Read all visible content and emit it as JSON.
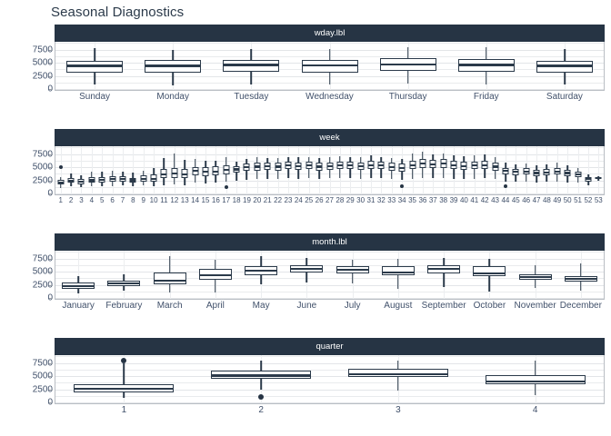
{
  "title": "Seasonal Diagnostics",
  "axis": {
    "yticks": [
      0,
      2500,
      5000,
      7500
    ],
    "ylim": [
      0,
      9000
    ]
  },
  "chart_data": {
    "type": "box",
    "title": "Seasonal Diagnostics",
    "xlabel": "",
    "ylabel": "",
    "ylim": [
      0,
      9000
    ],
    "ytick_values": [
      0,
      2500,
      5000,
      7500
    ],
    "grid": true,
    "legend": "none",
    "facet_layout": "vertical-4",
    "colors": {
      "strip_background": "#263444",
      "strip_text": "#ffffff",
      "box_fill": "#ffffff",
      "box_outline": "#2b3a4a",
      "median": "#2b3a4a",
      "outlier": "#263444",
      "panel_background": "#ffffff",
      "gridline": "#e9ebed",
      "axis_text": "#40506a",
      "title_text": "#2b3a4a"
    },
    "panels": [
      {
        "strip_label": "wday.lbl",
        "categories": [
          "Sunday",
          "Monday",
          "Tuesday",
          "Wednesday",
          "Thursday",
          "Friday",
          "Saturday"
        ],
        "boxes": [
          {
            "lower_whisker": 900,
            "q1": 3100,
            "median": 4400,
            "q3": 5400,
            "upper_whisker": 7800,
            "outliers": []
          },
          {
            "lower_whisker": 700,
            "q1": 3200,
            "median": 4400,
            "q3": 5500,
            "upper_whisker": 7500,
            "outliers": []
          },
          {
            "lower_whisker": 900,
            "q1": 3300,
            "median": 4600,
            "q3": 5600,
            "upper_whisker": 7700,
            "outliers": []
          },
          {
            "lower_whisker": 800,
            "q1": 3200,
            "median": 4500,
            "q3": 5600,
            "upper_whisker": 7600,
            "outliers": []
          },
          {
            "lower_whisker": 1000,
            "q1": 3400,
            "median": 4700,
            "q3": 5800,
            "upper_whisker": 8000,
            "outliers": []
          },
          {
            "lower_whisker": 900,
            "q1": 3300,
            "median": 4600,
            "q3": 5700,
            "upper_whisker": 7900,
            "outliers": []
          },
          {
            "lower_whisker": 800,
            "q1": 3100,
            "median": 4400,
            "q3": 5400,
            "upper_whisker": 7600,
            "outliers": []
          }
        ]
      },
      {
        "strip_label": "week",
        "categories": [
          "1",
          "2",
          "3",
          "4",
          "5",
          "6",
          "7",
          "8",
          "9",
          "10",
          "11",
          "12",
          "13",
          "14",
          "15",
          "16",
          "17",
          "18",
          "19",
          "20",
          "21",
          "22",
          "23",
          "24",
          "25",
          "26",
          "27",
          "28",
          "29",
          "30",
          "31",
          "32",
          "33",
          "34",
          "35",
          "36",
          "37",
          "38",
          "39",
          "40",
          "41",
          "42",
          "43",
          "44",
          "45",
          "46",
          "47",
          "48",
          "49",
          "50",
          "51",
          "52",
          "53"
        ],
        "boxes": [
          {
            "lower_whisker": 1100,
            "q1": 1700,
            "median": 2100,
            "q3": 2600,
            "upper_whisker": 3200,
            "outliers": [
              5000
            ]
          },
          {
            "lower_whisker": 1300,
            "q1": 2000,
            "median": 2400,
            "q3": 2900,
            "upper_whisker": 3800,
            "outliers": []
          },
          {
            "lower_whisker": 1200,
            "q1": 1800,
            "median": 2200,
            "q3": 2700,
            "upper_whisker": 3400,
            "outliers": []
          },
          {
            "lower_whisker": 1300,
            "q1": 2000,
            "median": 2500,
            "q3": 3100,
            "upper_whisker": 4100,
            "outliers": []
          },
          {
            "lower_whisker": 1400,
            "q1": 2100,
            "median": 2600,
            "q3": 3200,
            "upper_whisker": 4200,
            "outliers": []
          },
          {
            "lower_whisker": 1400,
            "q1": 2200,
            "median": 2700,
            "q3": 3300,
            "upper_whisker": 4300,
            "outliers": []
          },
          {
            "lower_whisker": 1500,
            "q1": 2200,
            "median": 2700,
            "q3": 3300,
            "upper_whisker": 4200,
            "outliers": []
          },
          {
            "lower_whisker": 1300,
            "q1": 2000,
            "median": 2500,
            "q3": 3000,
            "upper_whisker": 3900,
            "outliers": []
          },
          {
            "lower_whisker": 1500,
            "q1": 2300,
            "median": 2800,
            "q3": 3400,
            "upper_whisker": 4400,
            "outliers": []
          },
          {
            "lower_whisker": 1400,
            "q1": 2200,
            "median": 2800,
            "q3": 3600,
            "upper_whisker": 4800,
            "outliers": []
          },
          {
            "lower_whisker": 1600,
            "q1": 2900,
            "median": 3600,
            "q3": 4600,
            "upper_whisker": 6800,
            "outliers": []
          },
          {
            "lower_whisker": 1700,
            "q1": 3000,
            "median": 3800,
            "q3": 4900,
            "upper_whisker": 7600,
            "outliers": []
          },
          {
            "lower_whisker": 1600,
            "q1": 2900,
            "median": 3700,
            "q3": 4700,
            "upper_whisker": 6400,
            "outliers": []
          },
          {
            "lower_whisker": 2000,
            "q1": 3500,
            "median": 4300,
            "q3": 5100,
            "upper_whisker": 6500,
            "outliers": []
          },
          {
            "lower_whisker": 1900,
            "q1": 3300,
            "median": 4100,
            "q3": 5000,
            "upper_whisker": 6200,
            "outliers": []
          },
          {
            "lower_whisker": 2000,
            "q1": 3500,
            "median": 4200,
            "q3": 5200,
            "upper_whisker": 6300,
            "outliers": []
          },
          {
            "lower_whisker": 2200,
            "q1": 3700,
            "median": 4500,
            "q3": 5400,
            "upper_whisker": 6900,
            "outliers": [
              1200
            ]
          },
          {
            "lower_whisker": 2400,
            "q1": 4000,
            "median": 4600,
            "q3": 5200,
            "upper_whisker": 6000,
            "outliers": []
          },
          {
            "lower_whisker": 2600,
            "q1": 4300,
            "median": 5000,
            "q3": 5700,
            "upper_whisker": 6600,
            "outliers": []
          },
          {
            "lower_whisker": 2700,
            "q1": 4400,
            "median": 5100,
            "q3": 5900,
            "upper_whisker": 6900,
            "outliers": []
          },
          {
            "lower_whisker": 2800,
            "q1": 4500,
            "median": 5200,
            "q3": 5900,
            "upper_whisker": 6800,
            "outliers": []
          },
          {
            "lower_whisker": 2700,
            "q1": 4400,
            "median": 5100,
            "q3": 5800,
            "upper_whisker": 6700,
            "outliers": []
          },
          {
            "lower_whisker": 2900,
            "q1": 4600,
            "median": 5300,
            "q3": 6000,
            "upper_whisker": 7000,
            "outliers": []
          },
          {
            "lower_whisker": 2800,
            "q1": 4500,
            "median": 5200,
            "q3": 5900,
            "upper_whisker": 6900,
            "outliers": []
          },
          {
            "lower_whisker": 2900,
            "q1": 4600,
            "median": 5300,
            "q3": 6000,
            "upper_whisker": 7000,
            "outliers": []
          },
          {
            "lower_whisker": 2800,
            "q1": 4400,
            "median": 5100,
            "q3": 5800,
            "upper_whisker": 6800,
            "outliers": []
          },
          {
            "lower_whisker": 2900,
            "q1": 4500,
            "median": 5200,
            "q3": 5900,
            "upper_whisker": 6900,
            "outliers": []
          },
          {
            "lower_whisker": 3000,
            "q1": 4700,
            "median": 5400,
            "q3": 6100,
            "upper_whisker": 7100,
            "outliers": []
          },
          {
            "lower_whisker": 2900,
            "q1": 4600,
            "median": 5300,
            "q3": 6000,
            "upper_whisker": 7000,
            "outliers": []
          },
          {
            "lower_whisker": 2800,
            "q1": 4500,
            "median": 5200,
            "q3": 5900,
            "upper_whisker": 6900,
            "outliers": []
          },
          {
            "lower_whisker": 3000,
            "q1": 4700,
            "median": 5400,
            "q3": 6200,
            "upper_whisker": 7200,
            "outliers": []
          },
          {
            "lower_whisker": 2900,
            "q1": 4600,
            "median": 5300,
            "q3": 6000,
            "upper_whisker": 7000,
            "outliers": []
          },
          {
            "lower_whisker": 2700,
            "q1": 4300,
            "median": 5000,
            "q3": 5800,
            "upper_whisker": 6800,
            "outliers": []
          },
          {
            "lower_whisker": 2600,
            "q1": 4200,
            "median": 4900,
            "q3": 5700,
            "upper_whisker": 6600,
            "outliers": [
              1300
            ]
          },
          {
            "lower_whisker": 2800,
            "q1": 4600,
            "median": 5400,
            "q3": 6300,
            "upper_whisker": 7600,
            "outliers": []
          },
          {
            "lower_whisker": 3000,
            "q1": 4900,
            "median": 5700,
            "q3": 6600,
            "upper_whisker": 7900,
            "outliers": []
          },
          {
            "lower_whisker": 2900,
            "q1": 4800,
            "median": 5600,
            "q3": 6400,
            "upper_whisker": 7500,
            "outliers": []
          },
          {
            "lower_whisker": 3000,
            "q1": 4900,
            "median": 5700,
            "q3": 6500,
            "upper_whisker": 7700,
            "outliers": []
          },
          {
            "lower_whisker": 2800,
            "q1": 4600,
            "median": 5400,
            "q3": 6200,
            "upper_whisker": 7300,
            "outliers": []
          },
          {
            "lower_whisker": 2700,
            "q1": 4500,
            "median": 5200,
            "q3": 6000,
            "upper_whisker": 7100,
            "outliers": []
          },
          {
            "lower_whisker": 2800,
            "q1": 4600,
            "median": 5300,
            "q3": 6100,
            "upper_whisker": 7200,
            "outliers": []
          },
          {
            "lower_whisker": 2900,
            "q1": 4700,
            "median": 5400,
            "q3": 6200,
            "upper_whisker": 7400,
            "outliers": []
          },
          {
            "lower_whisker": 2700,
            "q1": 4400,
            "median": 5100,
            "q3": 5900,
            "upper_whisker": 7000,
            "outliers": []
          },
          {
            "lower_whisker": 2300,
            "q1": 3700,
            "median": 4300,
            "q3": 4900,
            "upper_whisker": 5800,
            "outliers": [
              1400
            ]
          },
          {
            "lower_whisker": 2200,
            "q1": 3500,
            "median": 4100,
            "q3": 4700,
            "upper_whisker": 5500,
            "outliers": []
          },
          {
            "lower_whisker": 2300,
            "q1": 3600,
            "median": 4200,
            "q3": 4800,
            "upper_whisker": 5700,
            "outliers": []
          },
          {
            "lower_whisker": 2100,
            "q1": 3300,
            "median": 3900,
            "q3": 4500,
            "upper_whisker": 5400,
            "outliers": []
          },
          {
            "lower_whisker": 2200,
            "q1": 3400,
            "median": 4000,
            "q3": 4600,
            "upper_whisker": 5500,
            "outliers": []
          },
          {
            "lower_whisker": 2300,
            "q1": 3600,
            "median": 4200,
            "q3": 4900,
            "upper_whisker": 5800,
            "outliers": []
          },
          {
            "lower_whisker": 2100,
            "q1": 3300,
            "median": 3900,
            "q3": 4500,
            "upper_whisker": 5300,
            "outliers": []
          },
          {
            "lower_whisker": 2000,
            "q1": 3100,
            "median": 3600,
            "q3": 4100,
            "upper_whisker": 4800,
            "outliers": []
          },
          {
            "lower_whisker": 1500,
            "q1": 2300,
            "median": 2700,
            "q3": 3100,
            "upper_whisker": 3600,
            "outliers": []
          },
          {
            "lower_whisker": 2400,
            "q1": 2900,
            "median": 3000,
            "q3": 3100,
            "upper_whisker": 3300,
            "outliers": []
          }
        ]
      },
      {
        "strip_label": "month.lbl",
        "categories": [
          "January",
          "February",
          "March",
          "April",
          "May",
          "June",
          "July",
          "August",
          "September",
          "October",
          "November",
          "December"
        ],
        "boxes": [
          {
            "lower_whisker": 900,
            "q1": 1700,
            "median": 2200,
            "q3": 3000,
            "upper_whisker": 4200,
            "outliers": []
          },
          {
            "lower_whisker": 1300,
            "q1": 2200,
            "median": 2700,
            "q3": 3300,
            "upper_whisker": 4500,
            "outliers": []
          },
          {
            "lower_whisker": 1100,
            "q1": 2600,
            "median": 3300,
            "q3": 4800,
            "upper_whisker": 8000,
            "outliers": []
          },
          {
            "lower_whisker": 1000,
            "q1": 3500,
            "median": 4300,
            "q3": 5500,
            "upper_whisker": 7200,
            "outliers": []
          },
          {
            "lower_whisker": 2600,
            "q1": 4400,
            "median": 5200,
            "q3": 6100,
            "upper_whisker": 8000,
            "outliers": []
          },
          {
            "lower_whisker": 2900,
            "q1": 4800,
            "median": 5600,
            "q3": 6200,
            "upper_whisker": 7600,
            "outliers": []
          },
          {
            "lower_whisker": 2700,
            "q1": 4600,
            "median": 5400,
            "q3": 6100,
            "upper_whisker": 7300,
            "outliers": []
          },
          {
            "lower_whisker": 1800,
            "q1": 4300,
            "median": 4900,
            "q3": 6000,
            "upper_whisker": 7400,
            "outliers": []
          },
          {
            "lower_whisker": 2000,
            "q1": 4600,
            "median": 5600,
            "q3": 6300,
            "upper_whisker": 7600,
            "outliers": []
          },
          {
            "lower_whisker": 1200,
            "q1": 4200,
            "median": 4700,
            "q3": 6100,
            "upper_whisker": 7500,
            "outliers": []
          },
          {
            "lower_whisker": 1900,
            "q1": 3500,
            "median": 4000,
            "q3": 4500,
            "upper_whisker": 6300,
            "outliers": []
          },
          {
            "lower_whisker": 1300,
            "q1": 3100,
            "median": 3600,
            "q3": 4200,
            "upper_whisker": 6500,
            "outliers": []
          }
        ]
      },
      {
        "strip_label": "quarter",
        "categories": [
          "1",
          "2",
          "3",
          "4"
        ],
        "boxes": [
          {
            "lower_whisker": 900,
            "q1": 1900,
            "median": 2600,
            "q3": 3400,
            "upper_whisker": 7400,
            "outliers": [
              8000
            ]
          },
          {
            "lower_whisker": 2400,
            "q1": 4500,
            "median": 5100,
            "q3": 6000,
            "upper_whisker": 8000,
            "outliers": [
              1000
            ]
          },
          {
            "lower_whisker": 2200,
            "q1": 4800,
            "median": 5400,
            "q3": 6400,
            "upper_whisker": 8000,
            "outliers": []
          },
          {
            "lower_whisker": 1300,
            "q1": 3400,
            "median": 4000,
            "q3": 5200,
            "upper_whisker": 7900,
            "outliers": []
          }
        ]
      }
    ]
  }
}
